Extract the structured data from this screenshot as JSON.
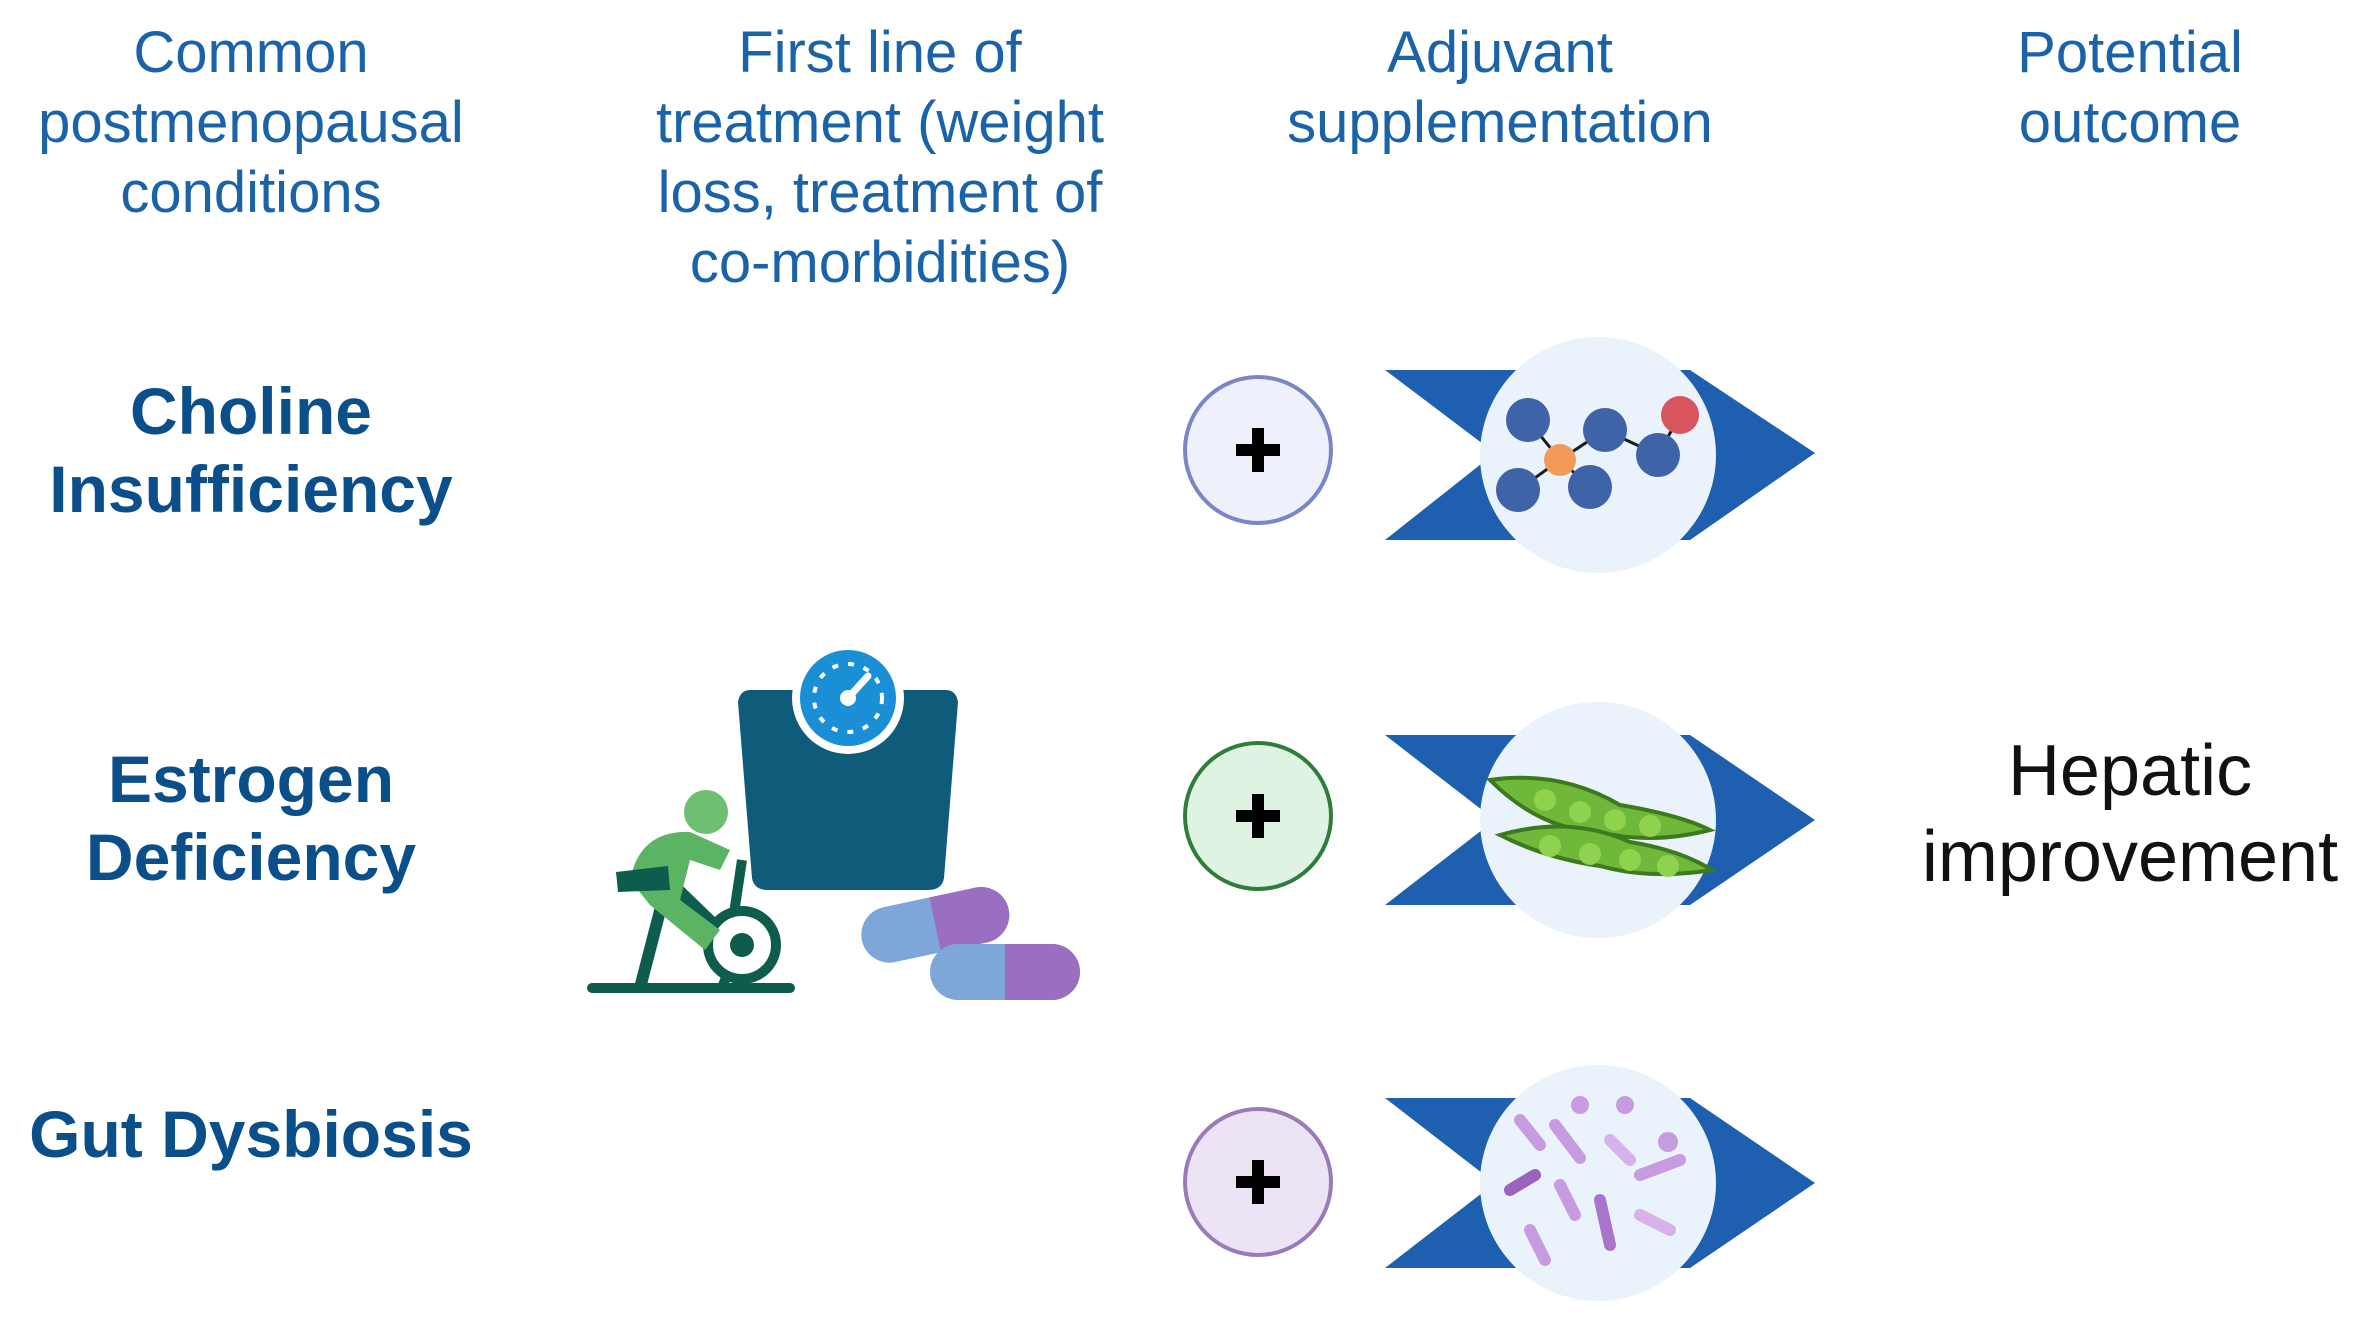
{
  "headers": {
    "conditions": "Common\npostmenopausal\nconditions",
    "first_line": "First line of\ntreatment (weight\nloss, treatment of\nco-morbidities)",
    "adjuvant": "Adjuvant\nsupplementation",
    "outcome": "Potential\noutcome"
  },
  "conditions": [
    {
      "label": "Choline\nInsufficiency"
    },
    {
      "label": "Estrogen\nDeficiency"
    },
    {
      "label": "Gut Dysbiosis"
    }
  ],
  "outcome": {
    "label": "Hepatic\nimprovement"
  },
  "supplements": [
    {
      "icon": "molecule-icon",
      "plus_border": "#7a86c8",
      "plus_fill": "#eef0fb"
    },
    {
      "icon": "soybean-pod-icon",
      "plus_border": "#2f7d3a",
      "plus_fill": "#dff3e2"
    },
    {
      "icon": "bacteria-icon",
      "plus_border": "#9a7ab8",
      "plus_fill": "#ece3f4"
    }
  ],
  "colors": {
    "header_text": "#1a63a8",
    "condition_text": "#0b4f8a",
    "chevron": "#1f5fb0",
    "circle_bg": "#eaf2fb"
  },
  "treatment_icons": [
    "weight-scale-icon",
    "exercise-bike-icon",
    "pill-capsules-icon"
  ]
}
